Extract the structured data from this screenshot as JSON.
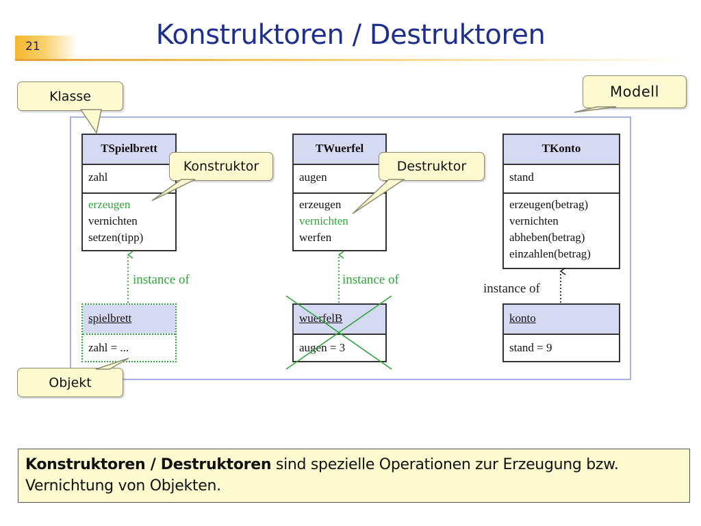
{
  "header": {
    "slide_number": "21",
    "title": "Konstruktoren / Destruktoren"
  },
  "callouts": {
    "klasse": "Klasse",
    "konstruktor": "Konstruktor",
    "destruktor": "Destruktor",
    "modell": "Modell",
    "objekt": "Objekt"
  },
  "classes": {
    "tspielbrett": {
      "name": "TSpielbrett",
      "attributes": [
        "zahl"
      ],
      "operations": [
        "erzeugen",
        "vernichten",
        "setzen(tipp)"
      ]
    },
    "twuerfel": {
      "name": "TWuerfel",
      "attributes": [
        "augen"
      ],
      "operations": [
        "erzeugen",
        "vernichten",
        "werfen"
      ]
    },
    "tkonto": {
      "name": "TKonto",
      "attributes": [
        "stand"
      ],
      "operations": [
        "erzeugen(betrag)",
        "vernichten",
        "abheben(betrag)",
        "einzahlen(betrag)"
      ]
    }
  },
  "objects": {
    "spielbrett": {
      "name": "spielbrett",
      "value": "zahl = ..."
    },
    "wuerfelB": {
      "name": "wuerfelB",
      "value": "augen = 3"
    },
    "konto": {
      "name": "konto",
      "value": "stand = 9"
    }
  },
  "relations": {
    "instance_of": "instance of"
  },
  "colors": {
    "highlight_green": "#2fa33a",
    "title_blue": "#1f2f8c",
    "callout_fill": "#fdfad0",
    "header_fill": "#d6d9f2"
  },
  "note": {
    "bold": "Konstruktoren / Destruktoren",
    "text": " sind spezielle Operationen zur Erzeugung bzw. Vernichtung von Objekten."
  }
}
